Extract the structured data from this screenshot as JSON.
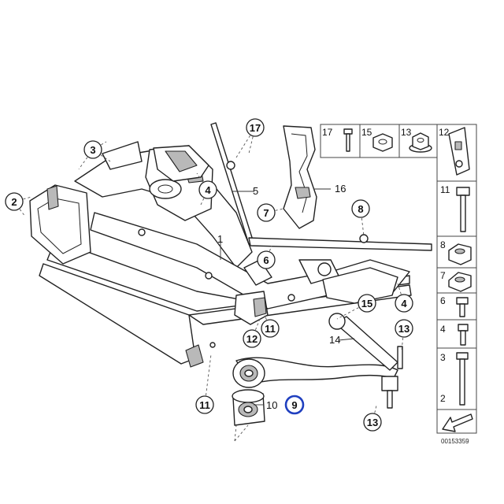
{
  "diagram": {
    "doc_number": "00153359",
    "highlighted_callout": "9",
    "callouts": {
      "c17": "17",
      "c3": "3",
      "c2": "2",
      "c4a": "4",
      "c7": "7",
      "c8": "8",
      "c6": "6",
      "c15": "15",
      "c4b": "4",
      "c11a": "11",
      "c12": "12",
      "c13a": "13",
      "c11b": "11",
      "c9": "9",
      "c13b": "13"
    },
    "plain_labels": {
      "l5": "5",
      "l16": "16",
      "l1": "1",
      "l14": "14",
      "l10": "10"
    },
    "parts_table": {
      "top_row": [
        "17",
        "15",
        "13",
        "12"
      ],
      "right_column": [
        "11",
        "8",
        "7",
        "6",
        "4",
        "3",
        "2"
      ]
    }
  }
}
